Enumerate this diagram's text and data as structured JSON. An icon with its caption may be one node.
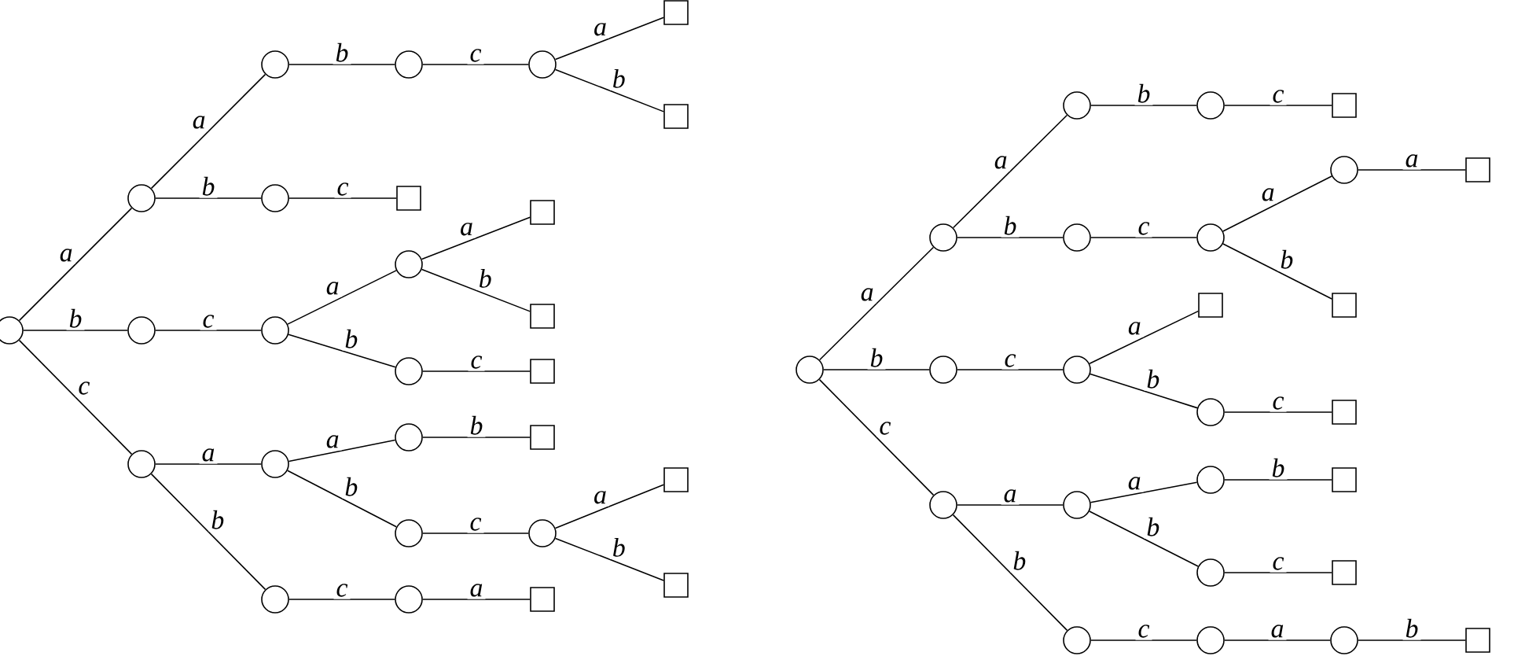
{
  "diagram": {
    "nodes": [
      {
        "text": [],
        "shape": "circle"
      },
      {
        "text": [],
        "shape": "circle"
      },
      {
        "text": [],
        "shape": "circle"
      },
      {
        "text": [],
        "shape": "circle"
      },
      {
        "text": [],
        "shape": "circle"
      },
      {
        "text": [],
        "shape": "box"
      },
      {
        "text": [],
        "shape": "box"
      },
      {
        "text": [],
        "shape": "circle"
      },
      {
        "text": [],
        "shape": "box"
      },
      {
        "text": [],
        "shape": "circle"
      },
      {
        "text": [],
        "shape": "circle"
      },
      {
        "text": [],
        "shape": "circle"
      },
      {
        "text": [],
        "shape": "box"
      },
      {
        "text": [],
        "shape": "box"
      },
      {
        "text": [],
        "shape": "circle"
      },
      {
        "text": [],
        "shape": "box"
      },
      {
        "text": [],
        "shape": "circle"
      },
      {
        "text": [],
        "shape": "circle"
      },
      {
        "text": [],
        "shape": "circle"
      },
      {
        "text": [],
        "shape": "box"
      },
      {
        "text": [],
        "shape": "circle"
      },
      {
        "text": [],
        "shape": "circle"
      },
      {
        "text": [],
        "shape": "box"
      },
      {
        "text": [],
        "shape": "box"
      },
      {
        "text": [],
        "shape": "circle"
      },
      {
        "text": [],
        "shape": "circle"
      },
      {
        "text": [],
        "shape": "box"
      },
      {
        "text": [],
        "shape": "circle"
      },
      {
        "text": [],
        "shape": "circle"
      },
      {
        "text": [],
        "shape": "circle"
      },
      {
        "text": [],
        "shape": "circle"
      },
      {
        "text": [],
        "shape": "box"
      },
      {
        "text": [],
        "shape": "circle"
      },
      {
        "text": [],
        "shape": "circle"
      },
      {
        "text": [],
        "shape": "circle"
      },
      {
        "text": [],
        "shape": "box"
      },
      {
        "text": [],
        "shape": "box"
      },
      {
        "text": [],
        "shape": "circle"
      },
      {
        "text": [],
        "shape": "circle"
      },
      {
        "text": [],
        "shape": "box"
      },
      {
        "text": [],
        "shape": "circle"
      },
      {
        "text": [],
        "shape": "box"
      },
      {
        "text": [],
        "shape": "circle"
      },
      {
        "text": [],
        "shape": "circle"
      },
      {
        "text": [],
        "shape": "circle"
      },
      {
        "text": [],
        "shape": "box"
      },
      {
        "text": [],
        "shape": "circle"
      },
      {
        "text": [],
        "shape": "box"
      },
      {
        "text": [],
        "shape": "circle"
      },
      {
        "text": [],
        "shape": "circle"
      },
      {
        "text": [],
        "shape": "circle"
      },
      {
        "text": [],
        "shape": "box"
      }
    ],
    "edges": [
      {
        "from": 0,
        "to": 1,
        "arrow": "none",
        "label": "a"
      },
      {
        "from": 1,
        "to": 2,
        "arrow": "none",
        "label": "a"
      },
      {
        "from": 2,
        "to": 3,
        "arrow": "none",
        "label": "b"
      },
      {
        "from": 3,
        "to": 4,
        "arrow": "none",
        "label": "c"
      },
      {
        "from": 4,
        "to": 5,
        "arrow": "none",
        "label": "a"
      },
      {
        "from": 4,
        "to": 6,
        "arrow": "none",
        "label": "b"
      },
      {
        "from": 1,
        "to": 7,
        "arrow": "none",
        "label": "b"
      },
      {
        "from": 7,
        "to": 8,
        "arrow": "none",
        "label": "c"
      },
      {
        "from": 0,
        "to": 9,
        "arrow": "none",
        "label": "b"
      },
      {
        "from": 9,
        "to": 10,
        "arrow": "none",
        "label": "c"
      },
      {
        "from": 10,
        "to": 11,
        "arrow": "none",
        "label": "a"
      },
      {
        "from": 11,
        "to": 12,
        "arrow": "none",
        "label": "a"
      },
      {
        "from": 11,
        "to": 13,
        "arrow": "none",
        "label": "b"
      },
      {
        "from": 10,
        "to": 14,
        "arrow": "none",
        "label": "b"
      },
      {
        "from": 14,
        "to": 15,
        "arrow": "none",
        "label": "c"
      },
      {
        "from": 0,
        "to": 16,
        "arrow": "none",
        "label": "c"
      },
      {
        "from": 16,
        "to": 17,
        "arrow": "none",
        "label": "a"
      },
      {
        "from": 17,
        "to": 18,
        "arrow": "none",
        "label": "a"
      },
      {
        "from": 18,
        "to": 19,
        "arrow": "none",
        "label": "b"
      },
      {
        "from": 17,
        "to": 20,
        "arrow": "none",
        "label": "b"
      },
      {
        "from": 20,
        "to": 21,
        "arrow": "none",
        "label": "c"
      },
      {
        "from": 21,
        "to": 22,
        "arrow": "none",
        "label": "a"
      },
      {
        "from": 21,
        "to": 23,
        "arrow": "none",
        "label": "b"
      },
      {
        "from": 16,
        "to": 24,
        "arrow": "none",
        "label": "b"
      },
      {
        "from": 24,
        "to": 25,
        "arrow": "none",
        "label": "c"
      },
      {
        "from": 25,
        "to": 26,
        "arrow": "none",
        "label": "a"
      },
      {
        "from": 27,
        "to": 28,
        "arrow": "none",
        "label": "a"
      },
      {
        "from": 28,
        "to": 29,
        "arrow": "none",
        "label": "a"
      },
      {
        "from": 29,
        "to": 30,
        "arrow": "none",
        "label": "b"
      },
      {
        "from": 30,
        "to": 31,
        "arrow": "none",
        "label": "c"
      },
      {
        "from": 28,
        "to": 32,
        "arrow": "none",
        "label": "b"
      },
      {
        "from": 32,
        "to": 33,
        "arrow": "none",
        "label": "c"
      },
      {
        "from": 33,
        "to": 34,
        "arrow": "none",
        "label": "a"
      },
      {
        "from": 34,
        "to": 35,
        "arrow": "none",
        "label": "a"
      },
      {
        "from": 33,
        "to": 36,
        "arrow": "none",
        "label": "b"
      },
      {
        "from": 27,
        "to": 37,
        "arrow": "none",
        "label": "b"
      },
      {
        "from": 37,
        "to": 38,
        "arrow": "none",
        "label": "c"
      },
      {
        "from": 38,
        "to": 39,
        "arrow": "none",
        "label": "a"
      },
      {
        "from": 38,
        "to": 40,
        "arrow": "none",
        "label": "b"
      },
      {
        "from": 40,
        "to": 41,
        "arrow": "none",
        "label": "c"
      },
      {
        "from": 27,
        "to": 42,
        "arrow": "none",
        "label": "c"
      },
      {
        "from": 42,
        "to": 43,
        "arrow": "none",
        "label": "a"
      },
      {
        "from": 43,
        "to": 44,
        "arrow": "none",
        "label": "a"
      },
      {
        "from": 44,
        "to": 45,
        "arrow": "none",
        "label": "b"
      },
      {
        "from": 43,
        "to": 46,
        "arrow": "none",
        "label": "b"
      },
      {
        "from": 46,
        "to": 47,
        "arrow": "none",
        "label": "c"
      },
      {
        "from": 42,
        "to": 48,
        "arrow": "none",
        "label": "b"
      },
      {
        "from": 48,
        "to": 49,
        "arrow": "none",
        "label": "c"
      },
      {
        "from": 49,
        "to": 50,
        "arrow": "none",
        "label": "a"
      },
      {
        "from": 50,
        "to": 51,
        "arrow": "none",
        "label": "b"
      }
    ]
  }
}
